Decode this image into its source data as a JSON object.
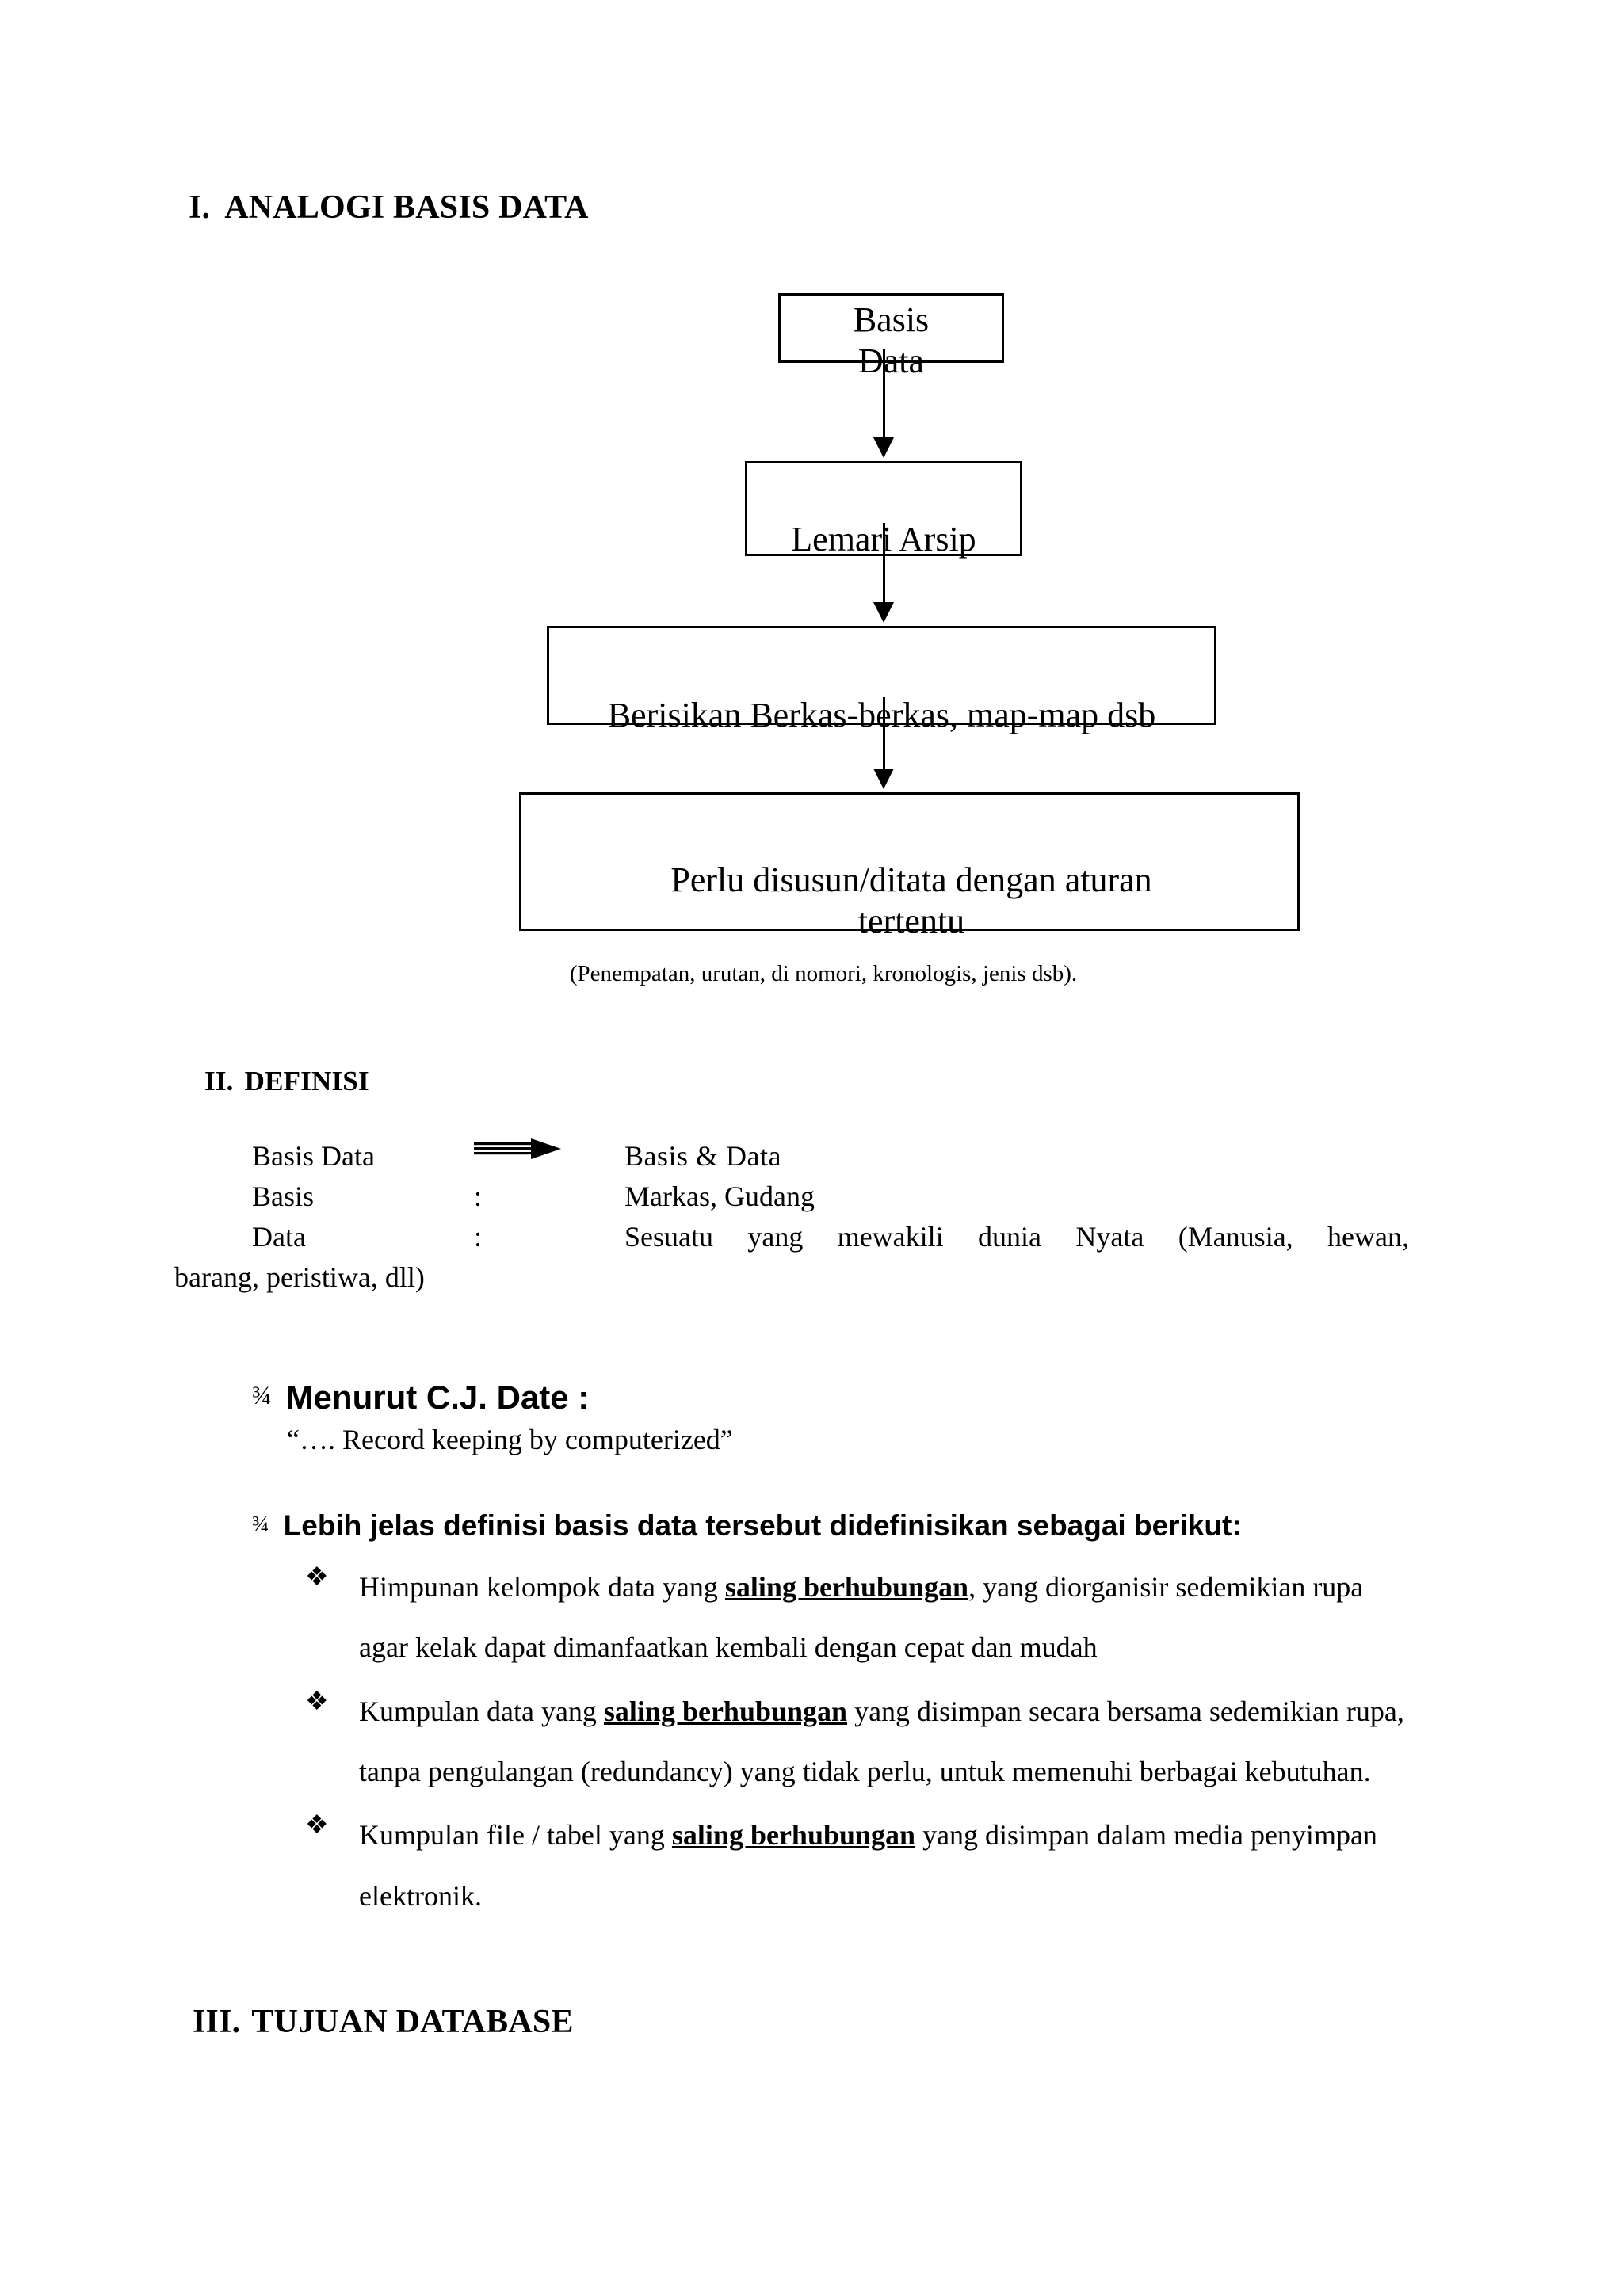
{
  "document": {
    "sections": [
      {
        "number": "I.",
        "title": "ANALOGI BASIS DATA"
      },
      {
        "number": "II.",
        "title": "DEFINISI"
      },
      {
        "number": "III.",
        "title": "TUJUAN DATABASE"
      }
    ]
  },
  "flowchart": {
    "boxes": [
      {
        "label": "Basis\nData"
      },
      {
        "label": "Lemari Arsip"
      },
      {
        "label": "Berisikan Berkas-berkas, map-map dsb"
      },
      {
        "label": "Perlu disusun/ditata dengan aturan\ntertentu"
      }
    ],
    "caption": "(Penempatan, urutan, di nomori, kronologis, jenis dsb)."
  },
  "definisi": {
    "rows": [
      {
        "term": "Basis Data",
        "separator": "arrow",
        "value": "Basis  &  Data"
      },
      {
        "term": "Basis",
        "separator": ":",
        "value": "Markas, Gudang"
      },
      {
        "term": "Data",
        "separator": ":",
        "value": "Sesuatu yang mewakili dunia Nyata (Manusia, hewan,"
      }
    ],
    "continuation": "barang, peristiwa, dll)"
  },
  "date_section": {
    "bullet_glyph": "¾",
    "heading": "Menurut C.J. Date :",
    "quote": "“…. Record keeping by computerized”"
  },
  "definitions_section": {
    "bullet_glyph": "¾",
    "heading": "Lebih jelas definisi basis data tersebut didefinisikan sebagai berikut:",
    "item_glyph": "❖",
    "items": [
      {
        "before": "Himpunan kelompok data yang ",
        "emphasis": "saling berhubungan",
        "after": ", yang diorganisir sedemikian rupa agar kelak dapat dimanfaatkan kembali dengan cepat dan mudah"
      },
      {
        "before": "Kumpulan data yang ",
        "emphasis": "saling berhubungan",
        "after": " yang disimpan secara bersama sedemikian rupa, tanpa pengulangan (redundancy) yang tidak perlu, untuk memenuhi berbagai kebutuhan."
      },
      {
        "before": "Kumpulan file / tabel yang ",
        "emphasis": "saling berhubungan",
        "after": " yang disimpan dalam media penyimpan elektronik."
      }
    ]
  },
  "colors": {
    "ink": "#000000",
    "paper": "#ffffff"
  }
}
